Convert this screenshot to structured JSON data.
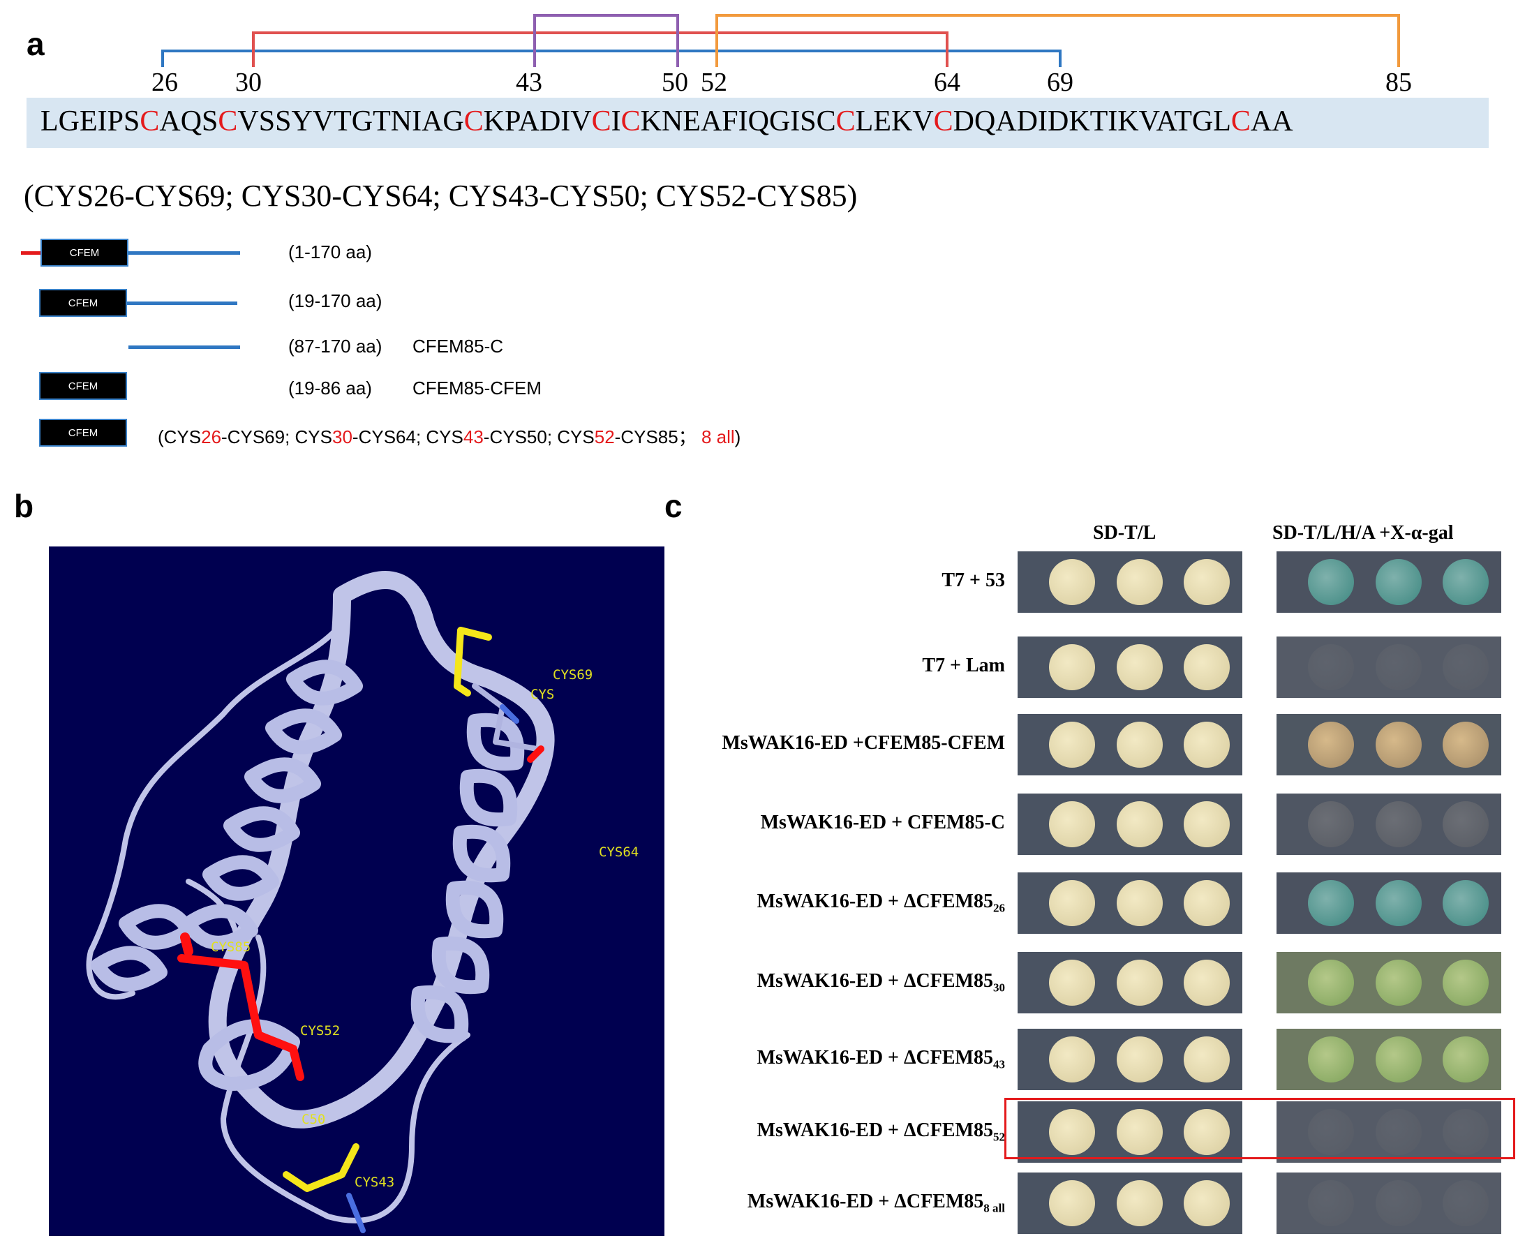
{
  "panel_a": {
    "letter": "a",
    "sequence": [
      {
        "t": "LGEIPS"
      },
      {
        "t": "C",
        "c": 1
      },
      {
        "t": "AQS"
      },
      {
        "t": "C",
        "c": 1
      },
      {
        "t": "VSSYVTGTNIAG"
      },
      {
        "t": "C",
        "c": 1
      },
      {
        "t": "KPADIV"
      },
      {
        "t": "C",
        "c": 1
      },
      {
        "t": "I"
      },
      {
        "t": "C",
        "c": 1
      },
      {
        "t": "KNEAFIQGISC"
      },
      {
        "t": "C",
        "c": 1
      },
      {
        "t": "LEKV"
      },
      {
        "t": "C",
        "c": 1
      },
      {
        "t": "DQADIDKTIKVATGL"
      },
      {
        "t": "C",
        "c": 1
      },
      {
        "t": "AA"
      }
    ],
    "positions": [
      "26",
      "30",
      "43",
      "50",
      "52",
      "64",
      "69",
      "85"
    ],
    "bond_pairs_text": "(CYS26-CYS69;   CYS30-CYS64;    CYS43-CYS50;   CYS52-CYS85)",
    "constructs": [
      {
        "range": "(1-170 aa)",
        "name": "",
        "box": "CFEM"
      },
      {
        "range": "(19-170 aa)",
        "name": "",
        "box": "CFEM"
      },
      {
        "range": "(87-170 aa)",
        "name": "CFEM85-C",
        "box": ""
      },
      {
        "range": "(19-86 aa)",
        "name": "CFEM85-CFEM",
        "box": "CFEM"
      }
    ],
    "mutant_box": "CFEM",
    "mutants": {
      "open": "(CYS",
      "p1": "26",
      "m1": "-CYS69;   CYS",
      "p2": "30",
      "m2": "-CYS64;     CYS",
      "p3": "43",
      "m3": "-CYS50;   CYS",
      "p4": "52",
      "m4": "-CYS85；  ",
      "all": "8 all",
      "close": ")"
    }
  },
  "panel_b": {
    "letter": "b",
    "labels": [
      "CYS69",
      "CYS",
      "CYS64",
      "CYS85",
      "CYS52",
      "C50",
      "CYS43"
    ]
  },
  "panel_c": {
    "letter": "c",
    "col_heads": [
      "SD-T/L",
      "SD-T/L/H/A +X-α-gal"
    ],
    "rows": [
      {
        "label": "T7 + 53",
        "sub": "",
        "right": "blue"
      },
      {
        "label": "T7 + Lam",
        "sub": "",
        "right": "none"
      },
      {
        "label": "MsWAK16-ED +CFEM85-CFEM",
        "sub": "",
        "right": "rough"
      },
      {
        "label": "MsWAK16-ED + CFEM85-C",
        "sub": "",
        "right": "faint"
      },
      {
        "label": "MsWAK16-ED + ΔCFEM85",
        "sub": "26",
        "right": "blue"
      },
      {
        "label": "MsWAK16-ED + ΔCFEM85",
        "sub": "30",
        "right": "green"
      },
      {
        "label": "MsWAK16-ED + ΔCFEM85",
        "sub": "43",
        "right": "green"
      },
      {
        "label": "MsWAK16-ED + ΔCFEM85",
        "sub": "52",
        "right": "none"
      },
      {
        "label": "MsWAK16-ED + ΔCFEM85",
        "sub": "8 all",
        "right": "none"
      }
    ]
  },
  "colors": {
    "cys_red": "#e41a1c",
    "bracket_blue": "#2f77c2",
    "bracket_red": "#e0514f",
    "bracket_purple": "#8e5fb0",
    "bracket_orange": "#f29a3d",
    "structure_bg": "#000050"
  }
}
